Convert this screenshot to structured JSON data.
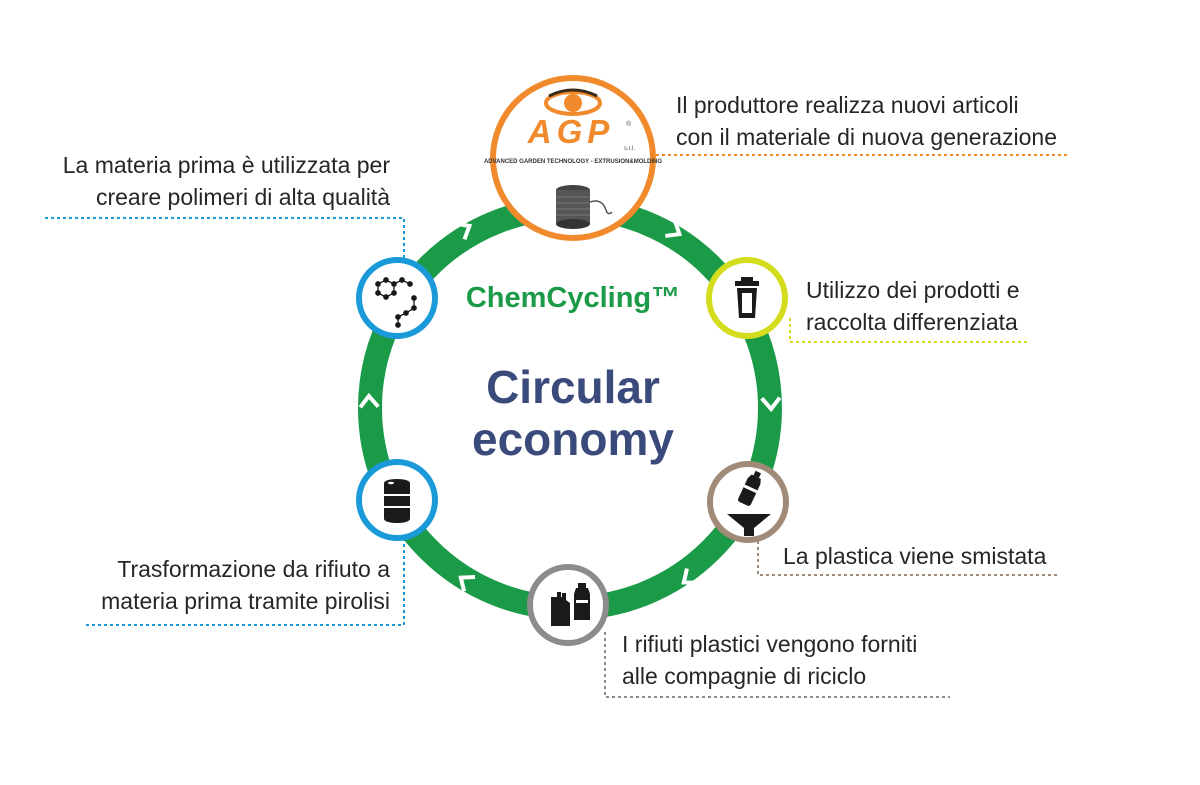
{
  "center": {
    "brand": "ChemCycling™",
    "title_line1": "Circular",
    "title_line2": "economy"
  },
  "logo": {
    "letters": "AGP",
    "registered": "®",
    "suffix": "s.r.l.",
    "tagline": "ADVANCED GARDEN TECHNOLOGY - EXTRUSION&MOLDING"
  },
  "steps": [
    {
      "id": "producer",
      "line1": "Il produttore realizza nuovi articoli",
      "line2": "con il materiale di nuova generazione",
      "color": "#f08a2c",
      "icon": "yarn-spool-icon"
    },
    {
      "id": "usage",
      "line1": "Utilizzo dei prodotti e",
      "line2": "raccolta differenziata",
      "color": "#d4dc1e",
      "icon": "trash-bin-icon"
    },
    {
      "id": "sorting",
      "line1": "La plastica viene smistata",
      "line2": "",
      "color": "#a08a78",
      "icon": "bottle-funnel-icon"
    },
    {
      "id": "supply",
      "line1": "I rifiuti plastici vengono forniti",
      "line2": "alle compagnie di riciclo",
      "color": "#8c8c8c",
      "icon": "plastic-containers-icon"
    },
    {
      "id": "pyrolysis",
      "line1": "Trasformazione da rifiuto a",
      "line2": "materia prima tramite pirolisi",
      "color": "#1a9ad8",
      "icon": "barrels-icon"
    },
    {
      "id": "polymers",
      "line1": "La materia prima è utilizzata per",
      "line2": "creare polimeri di alta qualità",
      "color": "#1a9ad8",
      "icon": "molecule-icon"
    }
  ],
  "colors": {
    "ring": "#1b9b48",
    "brand_text": "#1b9b48",
    "title_text": "#3a4a7a",
    "agp_orange": "#f08a2c"
  }
}
